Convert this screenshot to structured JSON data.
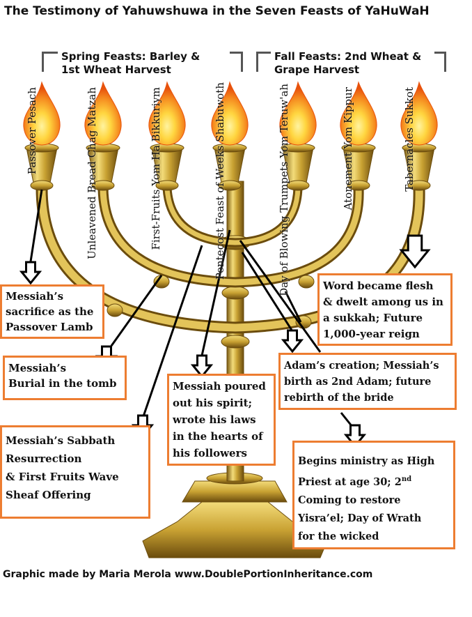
{
  "title": "The Testimony of Yahuwshuwa in the Seven Feasts of YaHuWaH",
  "spring_header": {
    "line1": "Spring Feasts: Barley &",
    "line2": "1st Wheat Harvest"
  },
  "fall_header": {
    "line1": "Fall Feasts: 2nd Wheat &",
    "line2": "Grape Harvest"
  },
  "feasts": [
    {
      "lines": [
        "Passover",
        "Pesach"
      ]
    },
    {
      "lines": [
        "Unleavened",
        "Bread",
        "Chag Matzah"
      ]
    },
    {
      "lines": [
        "First-Fruits",
        "Yom",
        "Ha Bikkuriym"
      ]
    },
    {
      "lines": [
        "Pentecost",
        "Feast of Weeks",
        "Shabuwoth"
      ]
    },
    {
      "lines": [
        "Day of Blowing",
        "Trumpets",
        "Yom Teruw'ah"
      ]
    },
    {
      "lines": [
        "Atonement",
        "Yom Kippur"
      ]
    },
    {
      "lines": [
        "Tabernacles",
        "Sukkot"
      ]
    }
  ],
  "boxes": {
    "passover": [
      "Messiah’s",
      "sacrifice as the",
      "Passover Lamb"
    ],
    "burial": [
      "Messiah’s",
      "Burial in the tomb"
    ],
    "resurrection": [
      "Messiah’s Sabbath",
      "Resurrection",
      "& First Fruits Wave",
      "Sheaf Offering"
    ],
    "pentecost": [
      "Messiah poured",
      "out his spirit;",
      "wrote his laws",
      "in the hearts of",
      "his followers"
    ],
    "tabernacles": [
      "Word became flesh",
      "& dwelt among us in",
      "a sukkah; Future",
      "1,000-year reign"
    ],
    "trumpets": [
      "Adam’s creation; Messiah’s",
      "birth as 2nd Adam; future",
      "rebirth of the bride"
    ],
    "atonement_pre": [
      "Begins ministry as High",
      "Priest at age 30; 2"
    ],
    "atonement_sup": "nd",
    "atonement_post": [
      "Coming to restore",
      "Yisra’el; Day of Wrath",
      "for the wicked"
    ]
  },
  "credit": "Graphic made by Maria Merola www.DoublePortionInheritance.com",
  "colors": {
    "box_border": "#ed7d31",
    "gold_light": "#f3dc7a",
    "gold_mid": "#c9a233",
    "gold_dark": "#7a5a12",
    "flame_outer": "#f06a10",
    "flame_inner": "#ffd640"
  }
}
